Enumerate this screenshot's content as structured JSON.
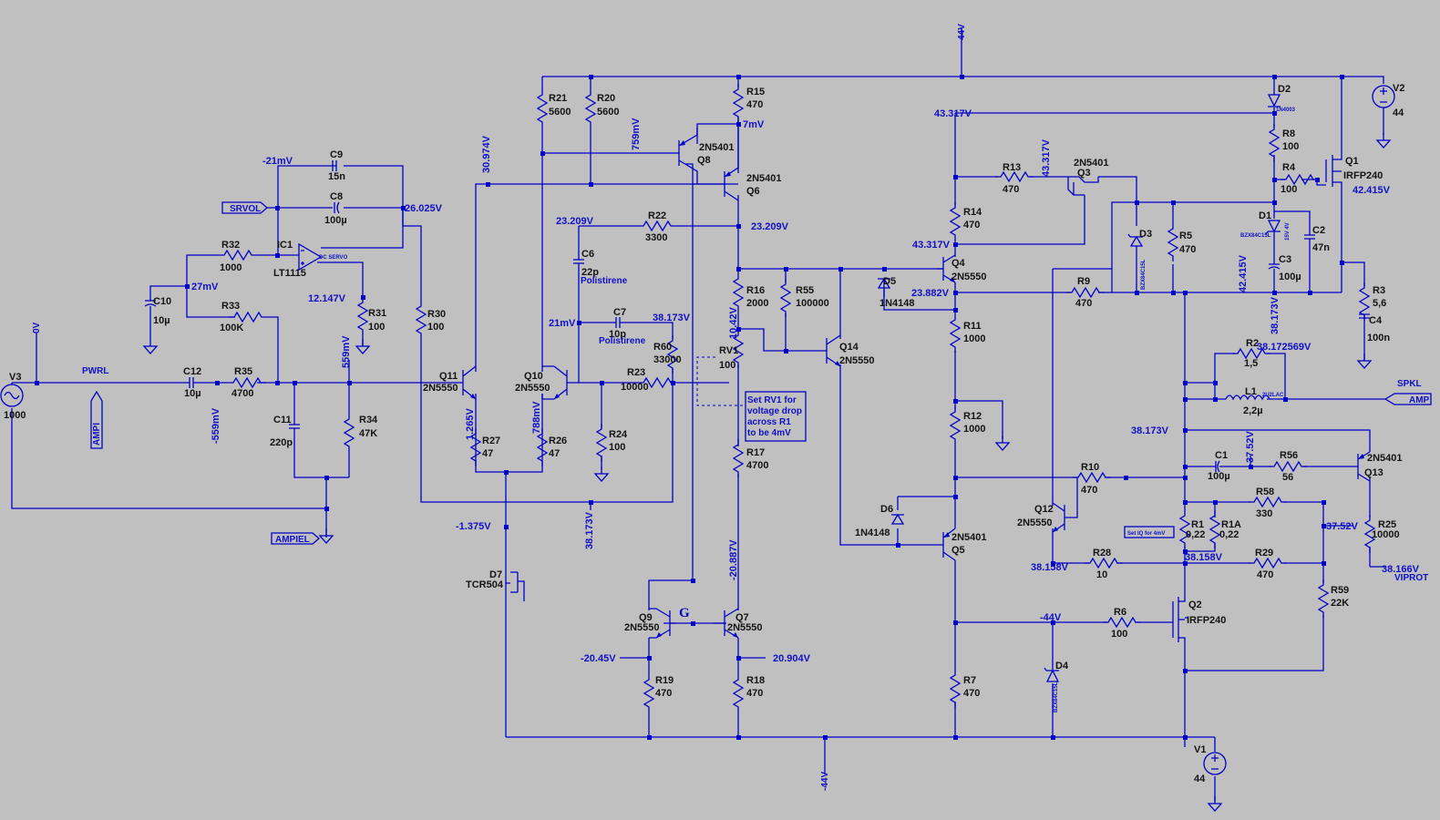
{
  "net_labels": {
    "supply_top": "44V",
    "supply_bottom": "-44V",
    "gnd_0v": "0V",
    "pwrl": "PWRL",
    "srvol": "SRVOL",
    "ampiel": "AMPIEL",
    "ampi": "AMPI",
    "spkl": "SPKL",
    "amp": "AMP",
    "viprot": "VIPROT",
    "g": "G"
  },
  "voltages": {
    "n1": "-21mV",
    "n2": "26.025V",
    "n3": "27mV",
    "n4": "12.147V",
    "n5": "559mV",
    "n6": "-559mV",
    "n7": "30.974V",
    "n8": "759mV",
    "n9": "7mV",
    "n10": "23.209V",
    "n11": "23.209V",
    "n12": "21mV",
    "n13": "38.173V",
    "n14": "10.42V",
    "n15": "1.265V",
    "n16": "788mV",
    "n17": "-1.375V",
    "n18": "38.173V",
    "n19": "-20.887V",
    "n20": "-20.45V",
    "n21": "20.904V",
    "n22": "43.317V",
    "n23": "43.317V",
    "n24": "43.317V",
    "n25": "23.882V",
    "n26": "42.415V",
    "n27": "42.415V",
    "n28": "38.173V",
    "n29": "38.172569V",
    "n30": "38.173V",
    "n31": "37.52V",
    "n32": "37.52V",
    "n33": "38.158V",
    "n34": "38.158V",
    "n35": "38.166V",
    "n36": "-44V"
  },
  "components": {
    "C9": {
      "ref": "C9",
      "val": "15n"
    },
    "C8": {
      "ref": "C8",
      "val": "100µ"
    },
    "R32": {
      "ref": "R32",
      "val": "1000"
    },
    "IC1": {
      "ref": "IC1",
      "val": "LT1115",
      "note": "DC SERVO"
    },
    "C10": {
      "ref": "C10",
      "val": "10µ"
    },
    "R33": {
      "ref": "R33",
      "val": "100K"
    },
    "R31": {
      "ref": "R31",
      "val": "100"
    },
    "V3": {
      "ref": "V3",
      "val": "1000"
    },
    "C12": {
      "ref": "C12",
      "val": "10µ"
    },
    "R35": {
      "ref": "R35",
      "val": "4700"
    },
    "C11": {
      "ref": "C11",
      "val": "220p"
    },
    "R34": {
      "ref": "R34",
      "val": "47K"
    },
    "R30": {
      "ref": "R30",
      "val": "100"
    },
    "R21": {
      "ref": "R21",
      "val": "5600"
    },
    "R20": {
      "ref": "R20",
      "val": "5600"
    },
    "R15": {
      "ref": "R15",
      "val": "470"
    },
    "Q8": {
      "ref": "Q8",
      "val": "2N5401"
    },
    "Q6": {
      "ref": "Q6",
      "val": "2N5401"
    },
    "R22": {
      "ref": "R22",
      "val": "3300"
    },
    "C6": {
      "ref": "C6",
      "val": "22p",
      "note": "Polistirene"
    },
    "C7": {
      "ref": "C7",
      "val": "10p",
      "note": "Polistirene"
    },
    "R60": {
      "ref": "R60",
      "val": "33000"
    },
    "R23": {
      "ref": "R23",
      "val": "10000"
    },
    "Q11": {
      "ref": "Q11",
      "val": "2N5550"
    },
    "Q10": {
      "ref": "Q10",
      "val": "2N5550"
    },
    "R27": {
      "ref": "R27",
      "val": "47"
    },
    "R26": {
      "ref": "R26",
      "val": "47"
    },
    "R24": {
      "ref": "R24",
      "val": "100"
    },
    "D7": {
      "ref": "D7",
      "val": "TCR504"
    },
    "R16": {
      "ref": "R16",
      "val": "2000"
    },
    "R55": {
      "ref": "R55",
      "val": "100000"
    },
    "RV1": {
      "ref": "RV1",
      "val": "100"
    },
    "Q14": {
      "ref": "Q14",
      "val": "2N5550"
    },
    "R17": {
      "ref": "R17",
      "val": "4700"
    },
    "Q9": {
      "ref": "Q9",
      "val": "2N5550"
    },
    "Q7": {
      "ref": "Q7",
      "val": "2N5550"
    },
    "R19": {
      "ref": "R19",
      "val": "470"
    },
    "R18": {
      "ref": "R18",
      "val": "470"
    },
    "R13": {
      "ref": "R13",
      "val": "470"
    },
    "Q3": {
      "ref": "Q3",
      "val": "2N5401"
    },
    "R14": {
      "ref": "R14",
      "val": "470"
    },
    "Q4": {
      "ref": "Q4",
      "val": "2N5550"
    },
    "D5": {
      "ref": "D5",
      "val": "1N4148"
    },
    "R11": {
      "ref": "R11",
      "val": "1000"
    },
    "R12": {
      "ref": "R12",
      "val": "1000"
    },
    "D6": {
      "ref": "D6",
      "val": "1N4148"
    },
    "Q5": {
      "ref": "Q5",
      "val": "2N5401"
    },
    "R7": {
      "ref": "R7",
      "val": "470"
    },
    "D3": {
      "ref": "D3",
      "val": "BZX84C15L"
    },
    "R5": {
      "ref": "R5",
      "val": "470"
    },
    "R9": {
      "ref": "R9",
      "val": "470"
    },
    "D2": {
      "ref": "D2",
      "val": "1N4003"
    },
    "R8": {
      "ref": "R8",
      "val": "100"
    },
    "R4": {
      "ref": "R4",
      "val": "100"
    },
    "Q1": {
      "ref": "Q1",
      "val": "IRFP240"
    },
    "D1": {
      "ref": "D1",
      "val": "BZX84C15L",
      "note": "15V 4V"
    },
    "C2": {
      "ref": "C2",
      "val": "47n"
    },
    "C3": {
      "ref": "C3",
      "val": "100µ"
    },
    "V2": {
      "ref": "V2",
      "val": "44"
    },
    "R3": {
      "ref": "R3",
      "val": "5,6"
    },
    "C4": {
      "ref": "C4",
      "val": "100n"
    },
    "R2": {
      "ref": "R2",
      "val": "1,5"
    },
    "L1": {
      "ref": "L1",
      "val": "2,2µ",
      "note": "2U2LAC"
    },
    "C1": {
      "ref": "C1",
      "val": "100µ"
    },
    "R56": {
      "ref": "R56",
      "val": "56"
    },
    "Q13": {
      "ref": "Q13",
      "val": "2N5401"
    },
    "R10": {
      "ref": "R10",
      "val": "470"
    },
    "Q12": {
      "ref": "Q12",
      "val": "2N5550"
    },
    "R58": {
      "ref": "R58",
      "val": "330"
    },
    "R1": {
      "ref": "R1",
      "val": "0,22"
    },
    "R1A": {
      "ref": "R1A",
      "val": "0,22"
    },
    "R25": {
      "ref": "R25",
      "val": "10000"
    },
    "R28": {
      "ref": "R28",
      "val": "10"
    },
    "R29": {
      "ref": "R29",
      "val": "470"
    },
    "R59": {
      "ref": "R59",
      "val": "22K"
    },
    "R6": {
      "ref": "R6",
      "val": "100"
    },
    "Q2": {
      "ref": "Q2",
      "val": "IRFP240"
    },
    "D4": {
      "ref": "D4",
      "val": "BZX84C15L"
    },
    "V1": {
      "ref": "V1",
      "val": "44"
    }
  },
  "notes": {
    "rv1_1": "Set RV1 for",
    "rv1_2": "voltage drop",
    "rv1_3": "across R1",
    "rv1_4": "to be 4mV",
    "iq": "Set IQ for 4mV"
  },
  "colors": {
    "background": "#c0c0c0",
    "wire": "#0000c8",
    "text": "#141414",
    "voltage": "#1010c8"
  }
}
